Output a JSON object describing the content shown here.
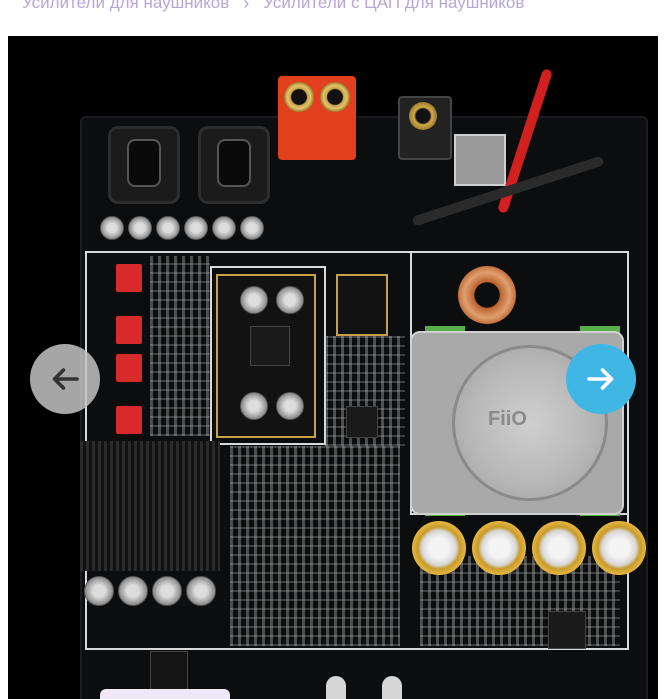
{
  "breadcrumb": {
    "items": [
      "Усилители для наушников",
      "Усилители с ЦАП для наушников"
    ],
    "separator": "›"
  },
  "gallery": {
    "prev_icon": "arrow-left-icon",
    "next_icon": "arrow-right-icon",
    "accent_color": "#3fb6e4"
  },
  "board": {
    "brand": "FiiO"
  }
}
